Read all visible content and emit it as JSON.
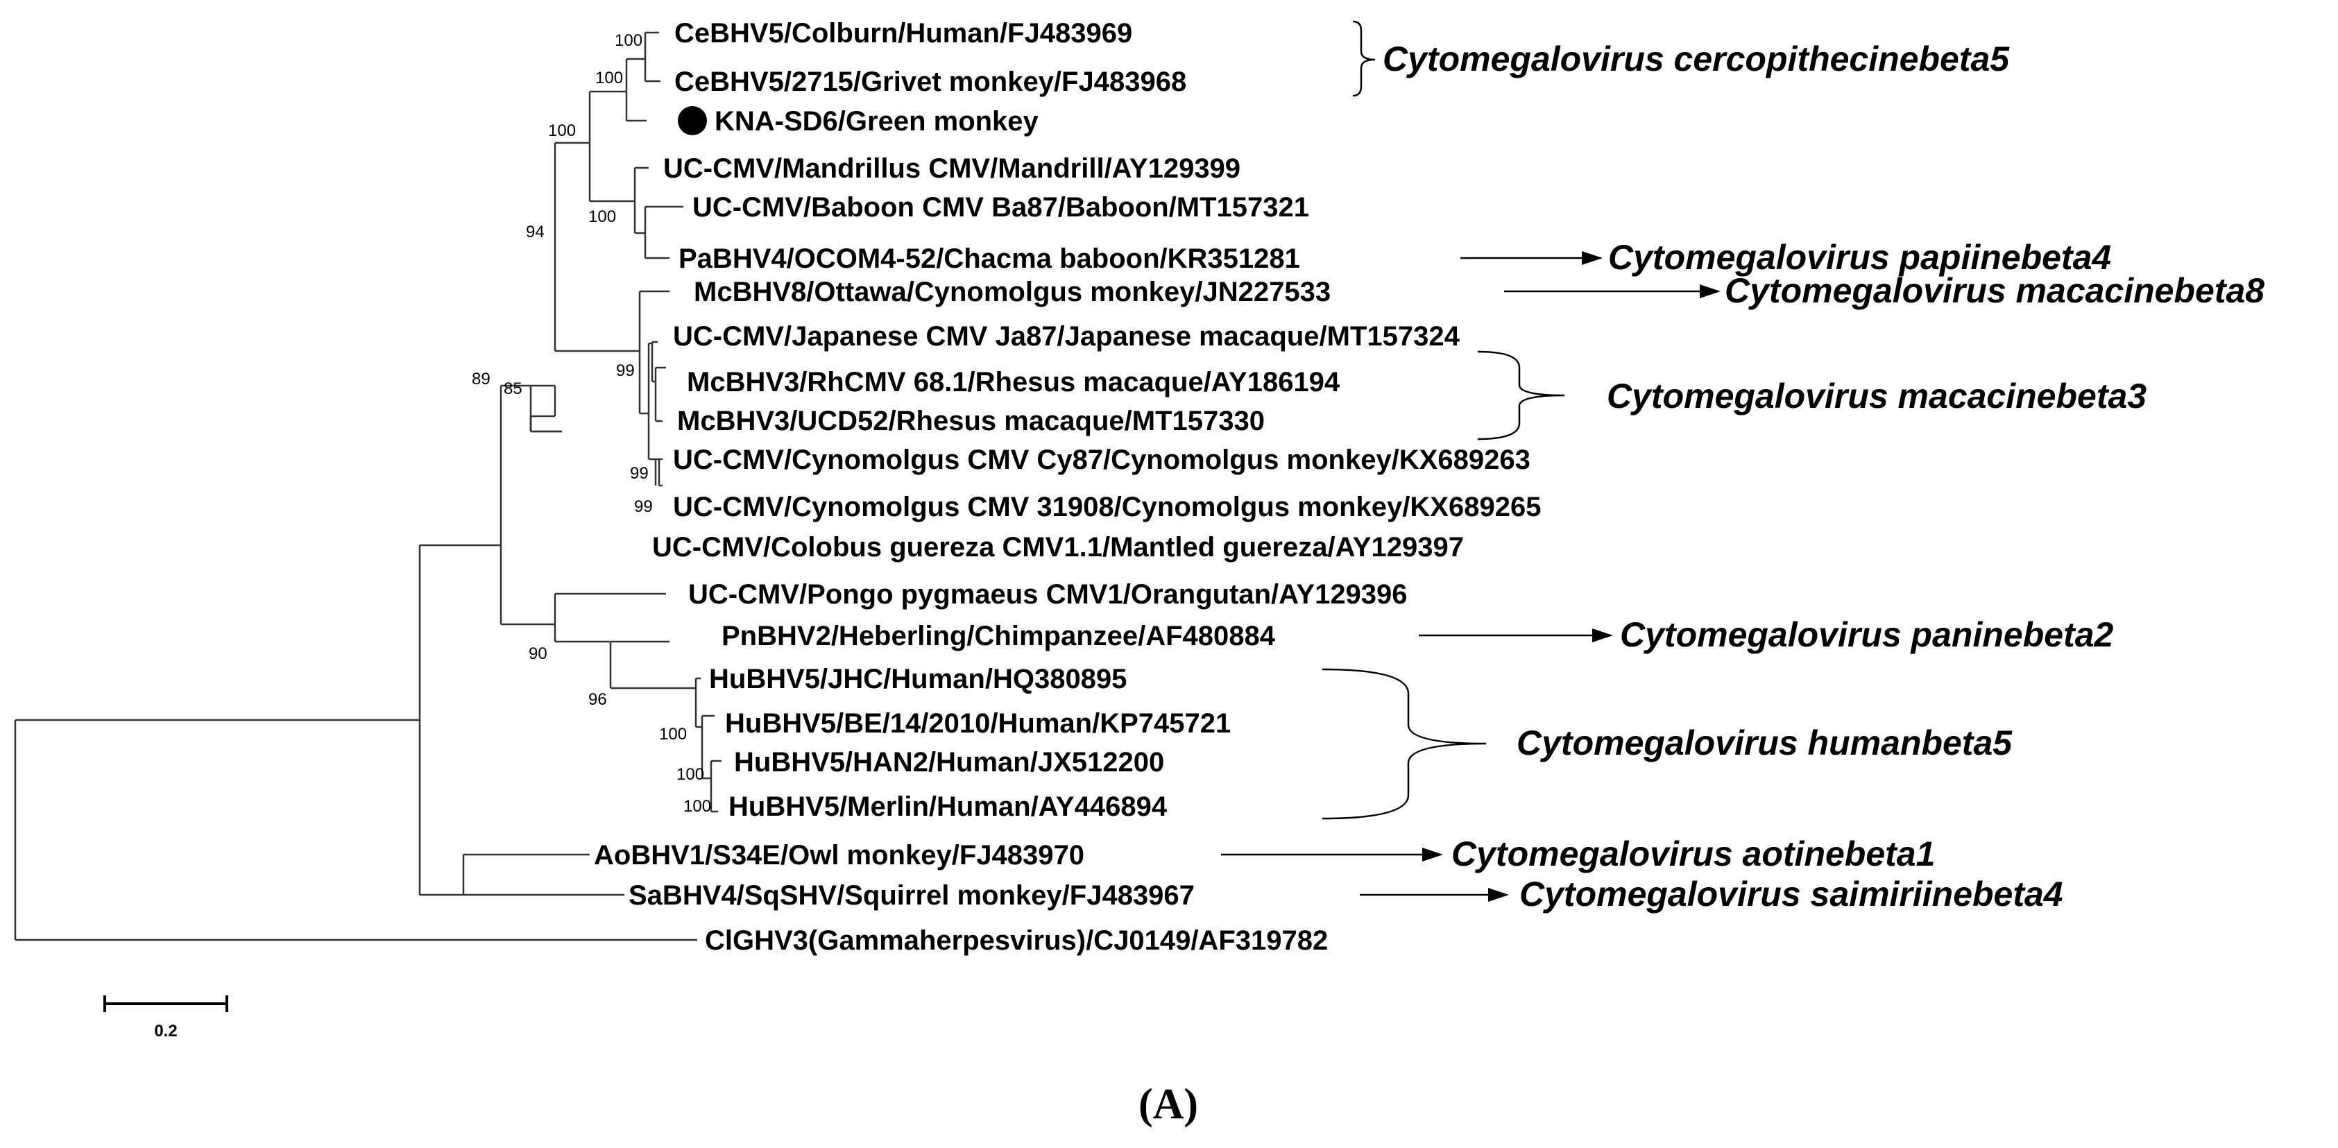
{
  "taxa": [
    "CeBHV5/Colburn/Human/FJ483969",
    "CeBHV5/2715/Grivet monkey/FJ483968",
    "KNA-SD6/Green monkey",
    "UC-CMV/Mandrillus CMV/Mandrill/AY129399",
    "UC-CMV/Baboon CMV Ba87/Baboon/MT157321",
    "PaBHV4/OCOM4-52/Chacma baboon/KR351281",
    "McBHV8/Ottawa/Cynomolgus monkey/JN227533",
    "UC-CMV/Japanese CMV Ja87/Japanese macaque/MT157324",
    "McBHV3/RhCMV 68.1/Rhesus macaque/AY186194",
    "McBHV3/UCD52/Rhesus macaque/MT157330",
    "UC-CMV/Cynomolgus CMV Cy87/Cynomolgus monkey/KX689263",
    "UC-CMV/Cynomolgus CMV 31908/Cynomolgus monkey/KX689265",
    "UC-CMV/Colobus guereza CMV1.1/Mantled guereza/AY129397",
    "UC-CMV/Pongo pygmaeus CMV1/Orangutan/AY129396",
    "PnBHV2/Heberling/Chimpanzee/AF480884",
    "HuBHV5/JHC/Human/HQ380895",
    "HuBHV5/BE/14/2010/Human/KP745721",
    "HuBHV5/HAN2/Human/JX512200",
    "HuBHV5/Merlin/Human/AY446894",
    "AoBHV1/S34E/Owl monkey/FJ483970",
    "SaBHV4/SqSHV/Squirrel monkey/FJ483967",
    "ClGHV3(Gammaherpesvirus)/CJ0149/AF319782"
  ],
  "bootstrap": [
    "100",
    "100",
    "100",
    "100",
    "94",
    "99",
    "99",
    "99",
    "85",
    "89",
    "90",
    "96",
    "100",
    "100",
    "100"
  ],
  "clades": [
    "Cytomegalovirus cercopithecinebeta5",
    "Cytomegalovirus papiinebeta4",
    "Cytomegalovirus macacinebeta8",
    "Cytomegalovirus macacinebeta3",
    "Cytomegalovirus paninebeta2",
    "Cytomegalovirus humanbeta5",
    "Cytomegalovirus aotinebeta1",
    "Cytomegalovirus saimiriinebeta4"
  ],
  "scale_bar": {
    "label": "0.2",
    "value": 0.2
  },
  "panel_label": "(A)",
  "marker_color": "#000000"
}
